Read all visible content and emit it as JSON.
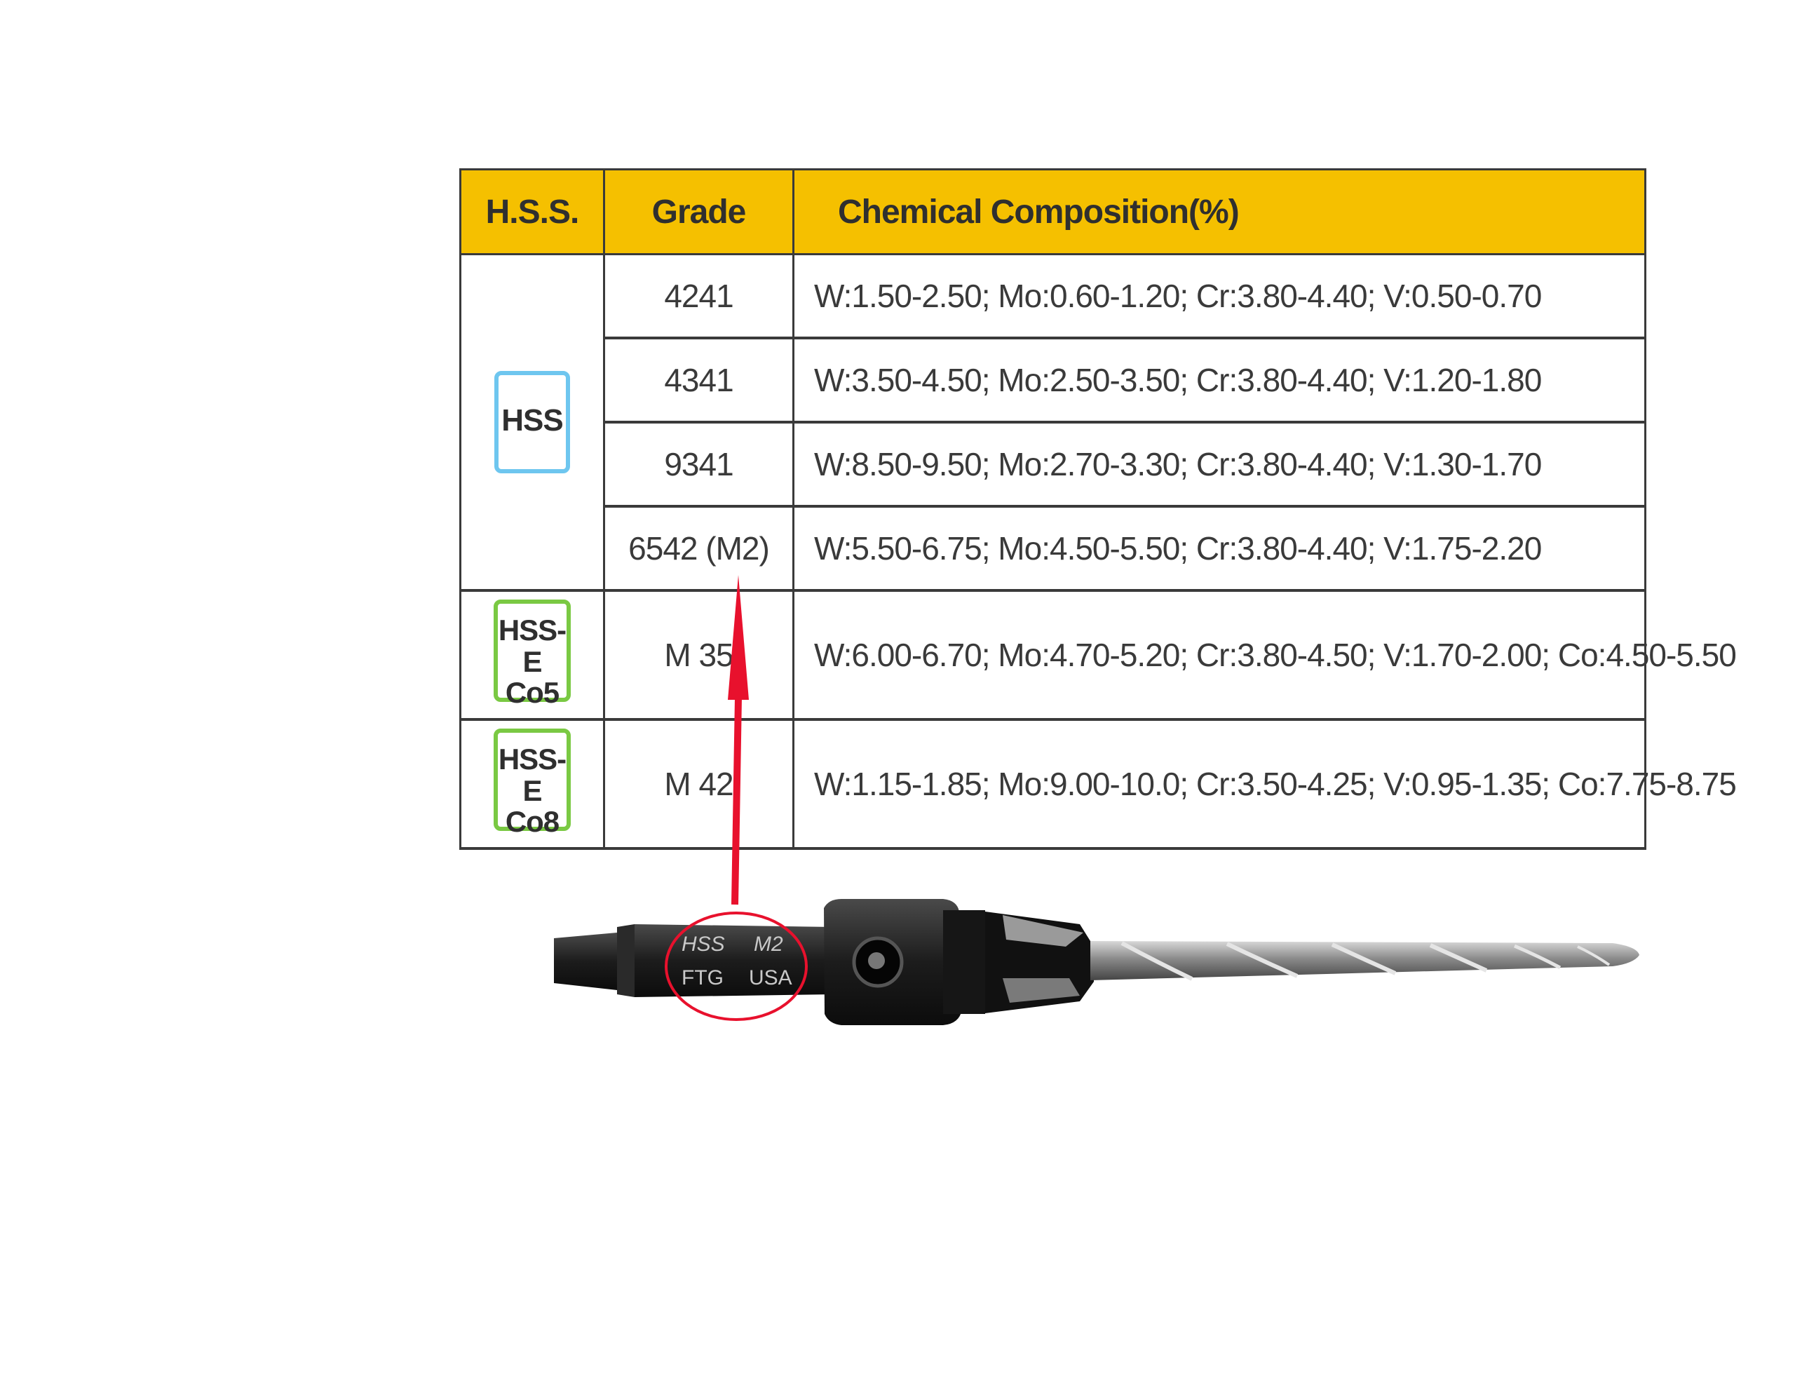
{
  "table": {
    "headers": {
      "hss": "H.S.S.",
      "grade": "Grade",
      "composition": "Chemical Composition(%)"
    },
    "groups": [
      {
        "badge_lines": [
          "HSS"
        ],
        "badge_color": "#6ec6ef"
      },
      {
        "badge_lines": [
          "HSS-E",
          "Co5"
        ],
        "badge_color": "#7ac943"
      },
      {
        "badge_lines": [
          "HSS-E",
          "Co8"
        ],
        "badge_color": "#7ac943"
      }
    ],
    "rows": [
      {
        "grade": "4241",
        "composition": "W:1.50-2.50;  Mo:0.60-1.20;  Cr:3.80-4.40;  V:0.50-0.70"
      },
      {
        "grade": "4341",
        "composition": "W:3.50-4.50;  Mo:2.50-3.50;  Cr:3.80-4.40;  V:1.20-1.80"
      },
      {
        "grade": "9341",
        "composition": "W:8.50-9.50;  Mo:2.70-3.30;  Cr:3.80-4.40;  V:1.30-1.70"
      },
      {
        "grade": "6542 (M2)",
        "composition": "W:5.50-6.75;  Mo:4.50-5.50;  Cr:3.80-4.40;  V:1.75-2.20"
      },
      {
        "grade": "M 35",
        "composition": "W:6.00-6.70;  Mo:4.70-5.20;  Cr:3.80-4.50;  V:1.70-2.00; Co:4.50-5.50"
      },
      {
        "grade": "M 42",
        "composition": "W:1.15-1.85;  Mo:9.00-10.0;  Cr:3.50-4.25;  V:0.95-1.35; Co:7.75-8.75"
      }
    ],
    "header_color": "#f5c000"
  },
  "drill_marking": {
    "line1_left": "HSS",
    "line1_right": "M2",
    "line2_left": "FTG",
    "line2_right": "USA"
  },
  "annotation_color": "#e8112d"
}
